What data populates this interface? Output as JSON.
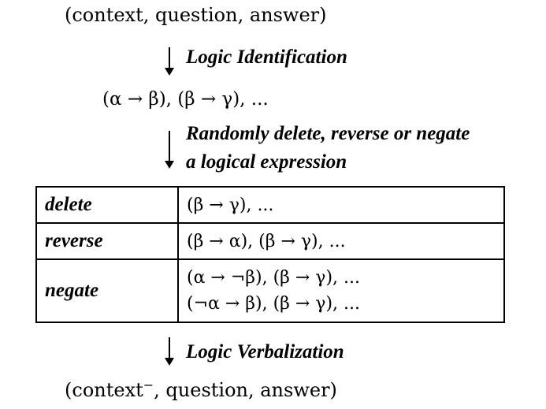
{
  "input_tuple": "(context, question, answer)",
  "step1": {
    "label": "Logic Identification"
  },
  "identified_expressions": "(α → β), (β → γ), ...",
  "step2": {
    "label_line1": "Randomly delete, reverse or negate",
    "label_line2": "a logical expression"
  },
  "operations": [
    {
      "name": "delete",
      "results": [
        "(β → γ),  ..."
      ]
    },
    {
      "name": "reverse",
      "results": [
        "(β → α), (β → γ), ..."
      ]
    },
    {
      "name": "negate",
      "results": [
        "(α → ¬β), (β → γ), ...",
        "(¬α → β), (β → γ), ..."
      ]
    }
  ],
  "step3": {
    "label": "Logic Verbalization"
  },
  "output_tuple": {
    "open": "(",
    "context": "context",
    "superscript": "−",
    "rest": ", question, answer)"
  }
}
